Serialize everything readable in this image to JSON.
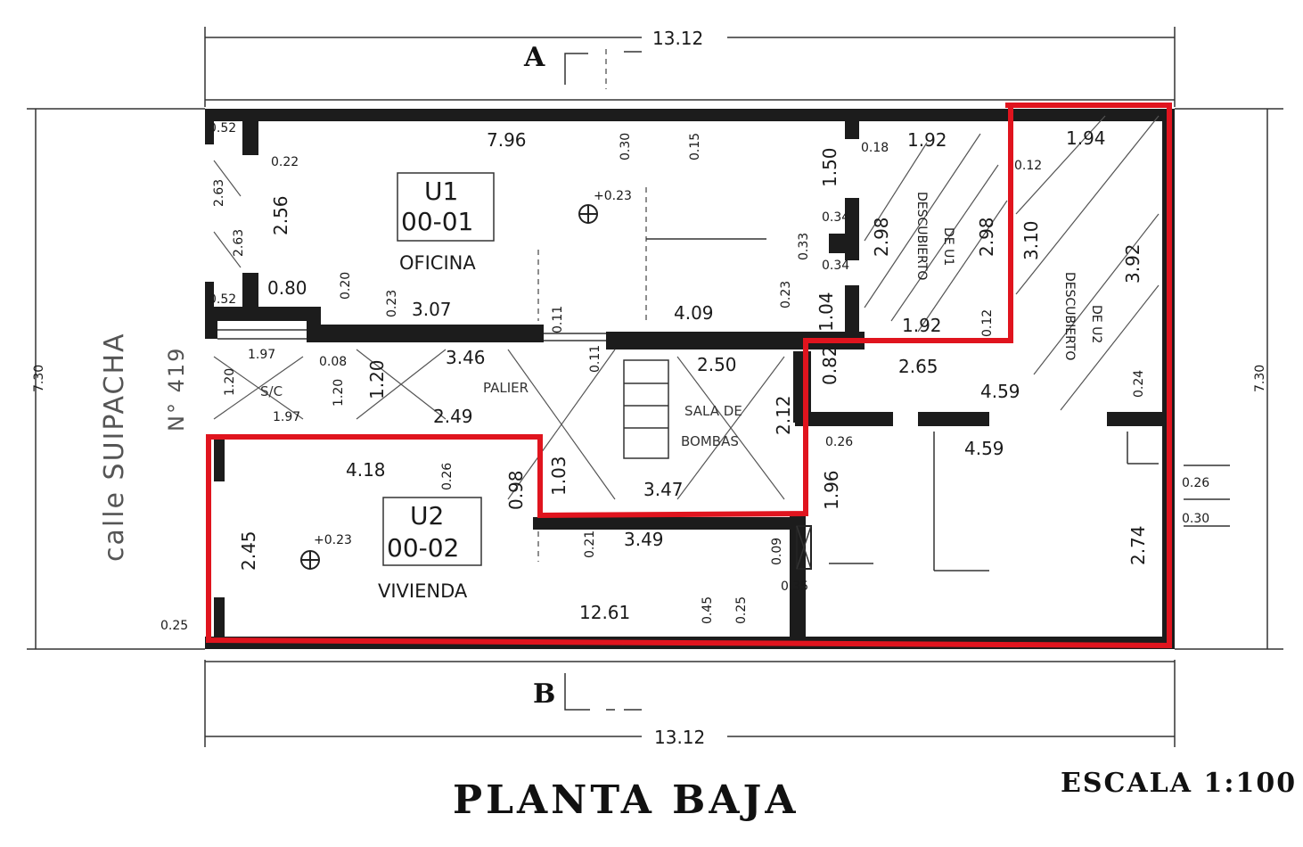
{
  "title": "PLANTA BAJA",
  "scale_label": "ESCALA  1:100",
  "street": "calle SUIPACHA",
  "street_number": "N° 419",
  "section_cuts": {
    "top": "A",
    "bottom": "B"
  },
  "units": [
    {
      "code": "U1",
      "number": "00-01",
      "use": "OFICINA",
      "level": "+0.23"
    },
    {
      "code": "U2",
      "number": "00-02",
      "use": "VIVIENDA",
      "level": "+0.23"
    }
  ],
  "rooms": {
    "palier": "PALIER",
    "sala1": "SALA  DE",
    "sala2": "BOMBAS",
    "sc": "S/C",
    "desc1a": "DESCUBIERTO",
    "desc1b": "DE U1",
    "desc2a": "DESCUBIERTO",
    "desc2b": "DE U2"
  },
  "dimensions": {
    "total_top": "13.12",
    "total_bottom": "13.12",
    "total_left": "7.30",
    "total_right": "7.30",
    "d_796": "7.96",
    "d_030": "0.30",
    "d_015": "0.15",
    "d_150": "1.50",
    "d_018": "0.18",
    "d_192a": "1.92",
    "d_194": "1.94",
    "d_052a": "0.52",
    "d_022": "0.22",
    "d_263a": "2.63",
    "d_263b": "2.63",
    "d_256": "2.56",
    "d_052b": "0.52",
    "d_080": "0.80",
    "d_020": "0.20",
    "d_023a": "0.23",
    "d_307": "3.07",
    "d_409": "4.09",
    "d_023b": "0.23",
    "d_011a": "0.11",
    "d_104": "1.04",
    "d_034a": "0.34",
    "d_034b": "0.34",
    "d_033": "0.33",
    "d_298a": "2.98",
    "d_298b": "2.98",
    "d_012a": "0.12",
    "d_310": "3.10",
    "d_392": "3.92",
    "d_192b": "1.92",
    "d_012b": "0.12",
    "d_197a": "1.97",
    "d_008": "0.08",
    "d_346": "3.46",
    "d_011b": "0.11",
    "d_250": "2.50",
    "d_082": "0.82",
    "d_265": "2.65",
    "d_459a": "4.59",
    "d_024": "0.24",
    "d_120a": "1.20",
    "d_120b": "1.20",
    "d_120c": "1.20",
    "d_197b": "1.97",
    "d_249": "2.49",
    "d_212": "2.12",
    "d_026a": "0.26",
    "d_459b": "4.59",
    "d_418": "4.18",
    "d_026b": "0.26",
    "d_098": "0.98",
    "d_103": "1.03",
    "d_347": "3.47",
    "d_196": "1.96",
    "d_026c": "0.26",
    "d_030b": "0.30",
    "d_245": "2.45",
    "d_021": "0.21",
    "d_349": "3.49",
    "d_009": "0.09",
    "d_035": "0.35",
    "d_274": "2.74",
    "d_025a": "0.25",
    "d_1261": "12.61",
    "d_045": "0.45",
    "d_025b": "0.25"
  }
}
